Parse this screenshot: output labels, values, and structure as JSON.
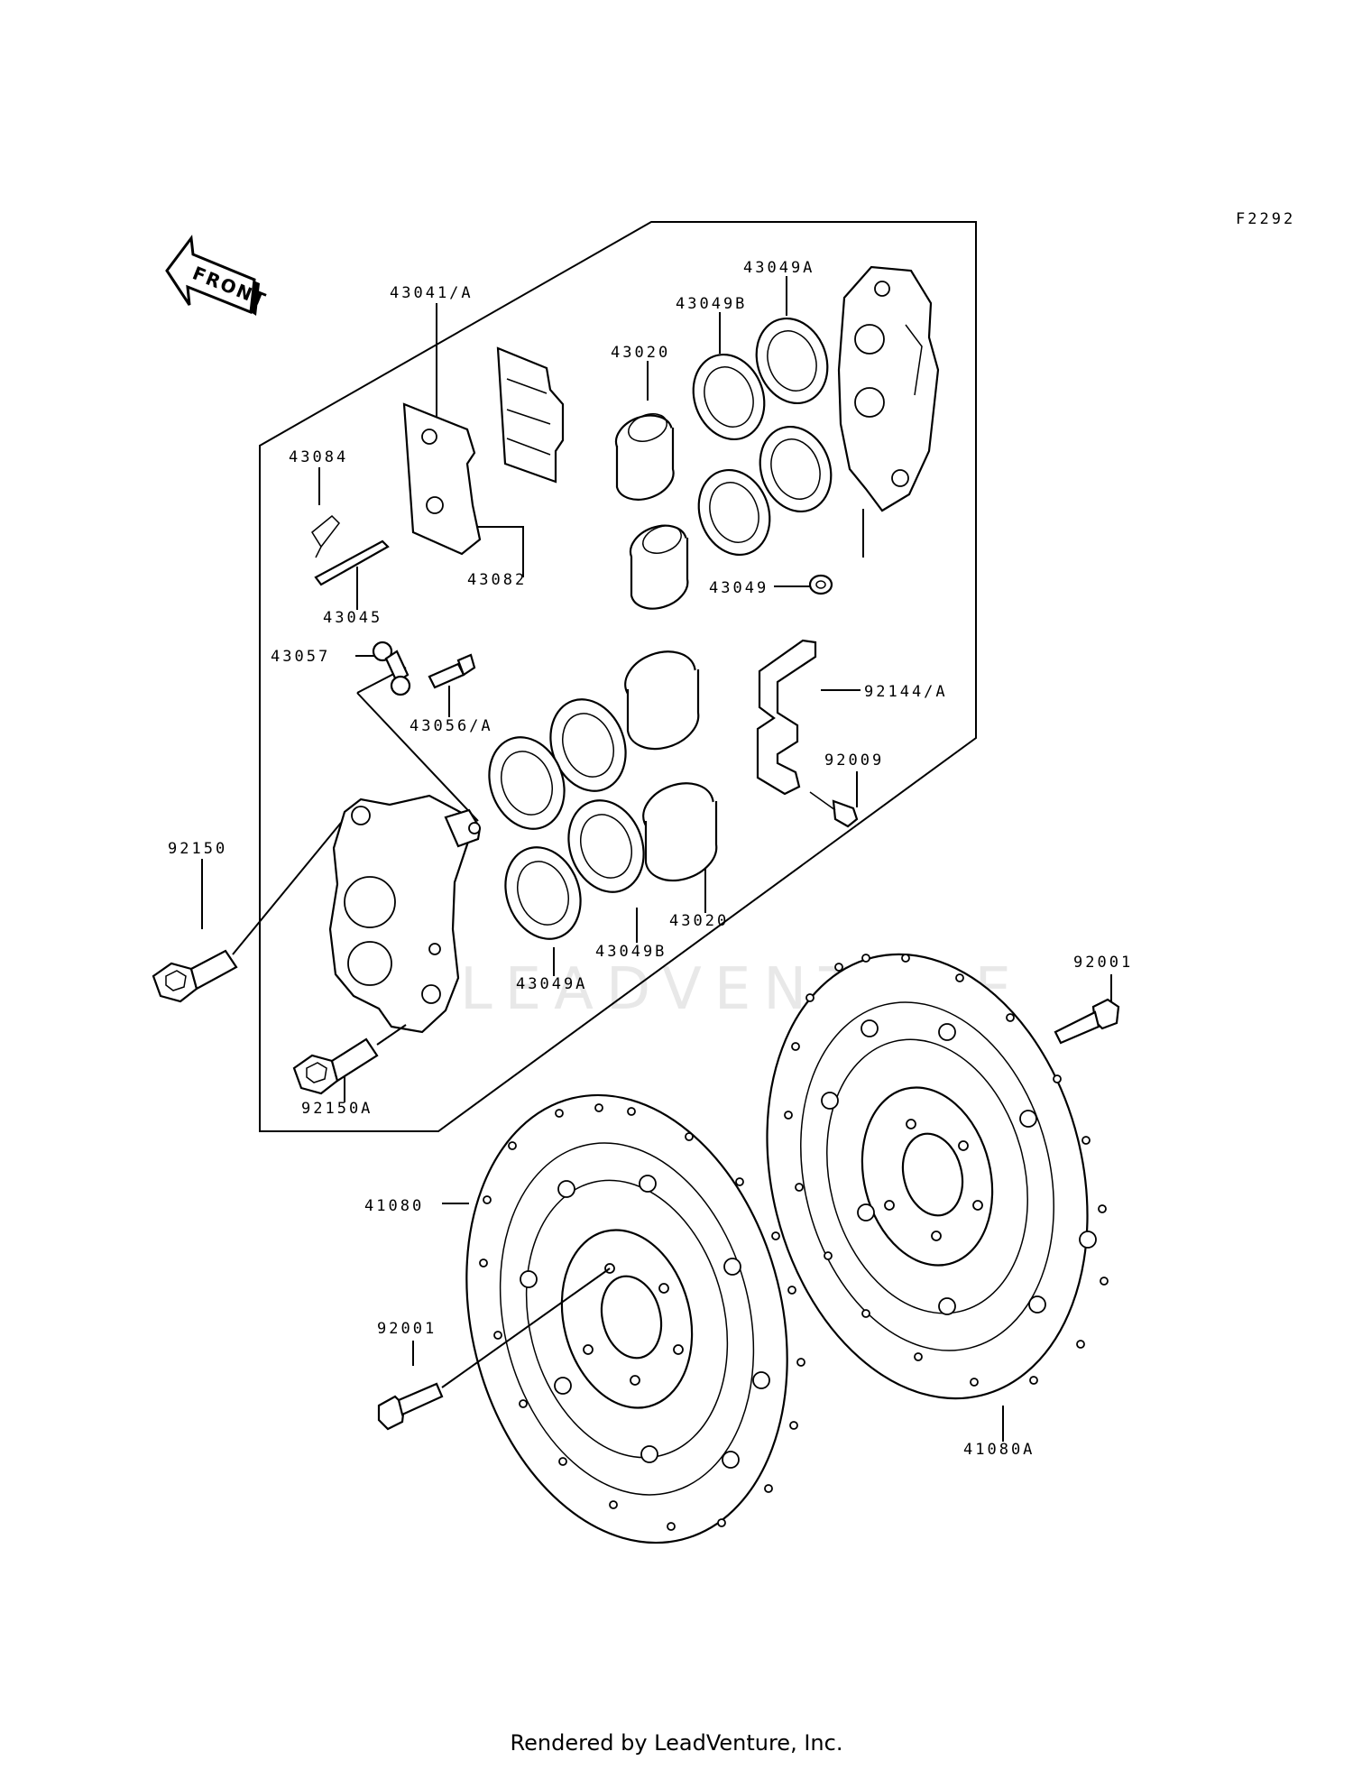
{
  "diagram_id": "F2292",
  "front_label": "FRONT",
  "watermark": "LEADVENTURE",
  "footer": "Rendered by LeadVenture, Inc.",
  "labels": {
    "l43041A": "43041/A",
    "l43049A_top": "43049A",
    "l43049B_top": "43049B",
    "l43020_top": "43020",
    "l43084": "43084",
    "l43082": "43082",
    "l43045": "43045",
    "l43049": "43049",
    "l43057": "43057",
    "l43056A": "43056/A",
    "l92144A": "92144/A",
    "l92009": "92009",
    "l92150": "92150",
    "l43020_bot": "43020",
    "l43049B_bot": "43049B",
    "l43049A_bot": "43049A",
    "l92001_right": "92001",
    "l92150A": "92150A",
    "l41080": "41080",
    "l92001_left": "92001",
    "l41080A": "41080A"
  }
}
